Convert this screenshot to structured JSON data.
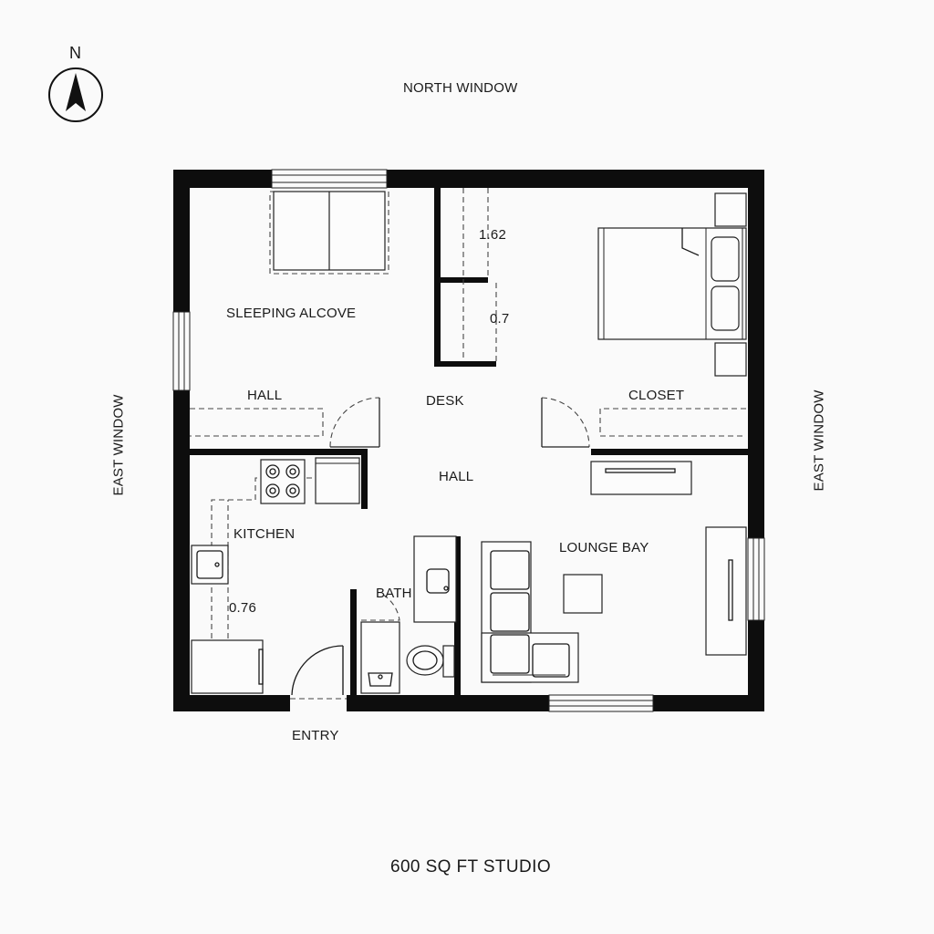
{
  "compass": {
    "letter": "N"
  },
  "labels": {
    "north_window": "NORTH WINDOW",
    "east_window_left": "EAST WINDOW",
    "east_window_right": "EAST WINDOW",
    "sleeping_alcove": "SLEEPING ALCOVE",
    "hall_upper": "HALL",
    "desk": "DESK",
    "closet": "CLOSET",
    "hall_center": "HALL",
    "kitchen": "KITCHEN",
    "lounge_bay": "LOUNGE BAY",
    "bath": "BATH",
    "entry": "ENTRY",
    "title": "600 SQ FT STUDIO"
  },
  "dimensions": {
    "dim_1": "1.62",
    "dim_2": "0.7",
    "dim_3": "0.76"
  },
  "colors": {
    "wall": "#0d0d0d",
    "line": "#1a1a1a",
    "background": "#fafafa"
  }
}
